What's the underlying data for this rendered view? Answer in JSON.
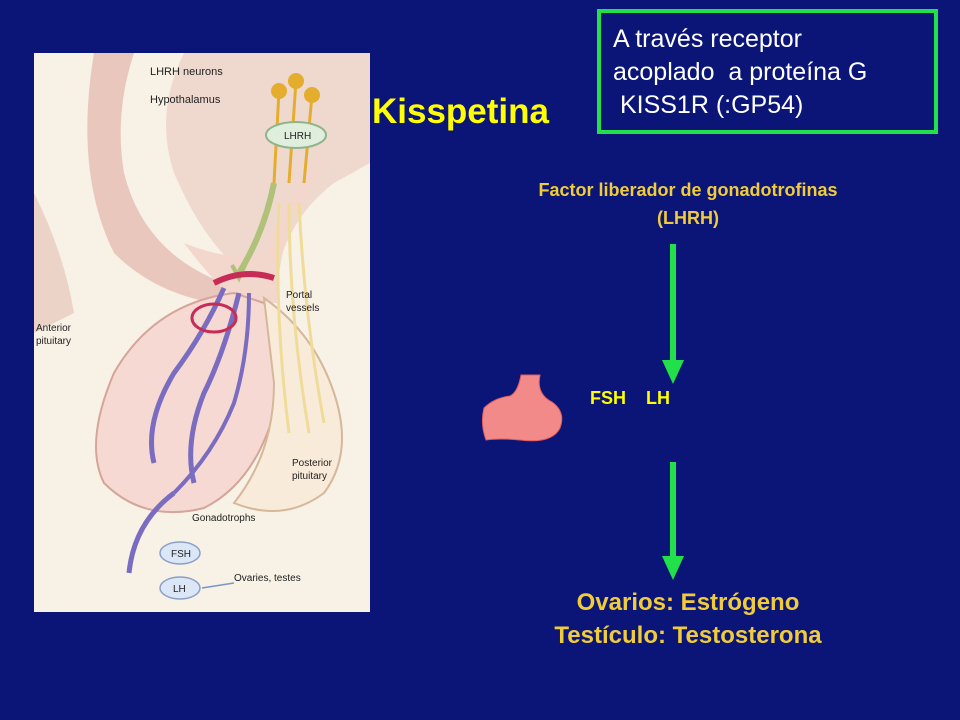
{
  "title": "Kisspetina",
  "receptor_box": {
    "line1": "A través receptor",
    "line2": "acoplado  a proteína G",
    "line3": " KISS1R (:GP54)"
  },
  "factor": {
    "line1": "Factor liberador de gonadotrofinas",
    "line2": "(LHRH)"
  },
  "hormones": {
    "fsh": "FSH",
    "lh": "LH"
  },
  "targets": {
    "line1": "Ovarios: Estrógeno",
    "line2": "Testículo: Testosterona"
  },
  "illustration_labels": {
    "lhrh_neurons": "LHRH neurons",
    "hypothalamus": "Hypothalamus",
    "lhrh": "LHRH",
    "portal_vessels_1": "Portal",
    "portal_vessels_2": "vessels",
    "anterior_pituitary_1": "Anterior",
    "anterior_pituitary_2": "pituitary",
    "posterior_pituitary_1": "Posterior",
    "posterior_pituitary_2": "pituitary",
    "gonadotrophs": "Gonadotrophs",
    "fsh": "FSH",
    "lh": "LH",
    "ovaries_testes": "Ovaries, testes"
  },
  "colors": {
    "background": "#0a1577",
    "title": "#ffff00",
    "box_border": "#22e04a",
    "arrow": "#22e04a",
    "gold_text": "#f0cc3c",
    "pituitary_shape": "#f28a8a"
  }
}
